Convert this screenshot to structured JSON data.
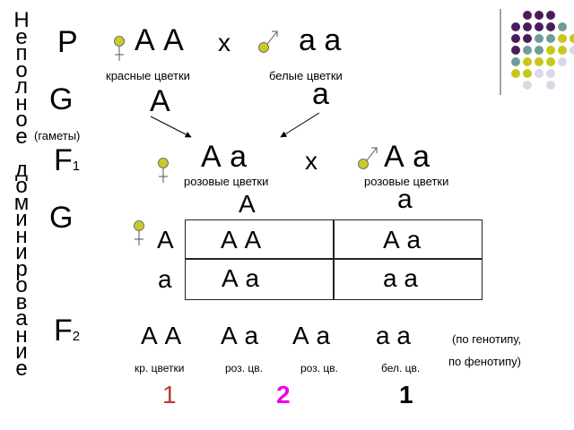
{
  "vertical_title": "Неполное доминирование",
  "colors": {
    "purple": "#4b1c5c",
    "teal": "#6e9e9a",
    "yellow": "#c7c71a",
    "light": "#d8d8e6",
    "female_symbol": "#c9c92d",
    "male_symbol": "#c9c92d",
    "ratio_1": "#c0392b",
    "ratio_2": "#ee00ee",
    "ratio_3": "#000000"
  },
  "parents": {
    "label": "P",
    "female_genotype": "А А",
    "cross": "х",
    "male_genotype": "а а",
    "female_phenotype": "красные цветки",
    "male_phenotype": "белые цветки"
  },
  "gametes": {
    "label": "G",
    "note": "(гаметы)",
    "female_gamete": "А",
    "male_gamete": "а"
  },
  "f1": {
    "label": "F",
    "sub": "1",
    "female_genotype": "А а",
    "cross": "х",
    "male_genotype": "А а",
    "female_phenotype": "розовые цветки",
    "male_phenotype": "розовые цветки"
  },
  "g2": {
    "label": "G",
    "col_gametes": [
      "А",
      "а"
    ],
    "row_gametes": [
      "А",
      "а"
    ]
  },
  "punnett": [
    [
      "А А",
      "А а"
    ],
    [
      "А а",
      "а а"
    ]
  ],
  "f2": {
    "label": "F",
    "sub": "2",
    "genotypes": [
      "А А",
      "А а",
      "А а",
      "а а"
    ],
    "phenotypes": [
      "кр. цветки",
      "роз. цв.",
      "роз. цв.",
      "бел. цв."
    ],
    "note1": "(по генотипу,",
    "note2": "по фенотипу)",
    "ratio": [
      "1",
      "2",
      "1"
    ]
  }
}
